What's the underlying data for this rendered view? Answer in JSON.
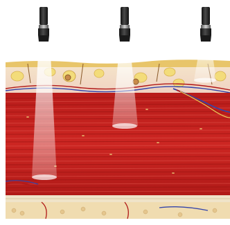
{
  "colors": {
    "background": "#ffffff",
    "epidermis": "#e8c56a",
    "dermis": "#f1d9c8",
    "fat_lobule": "#f3dc7a",
    "muscle": "#c8201f",
    "muscle_dark": "#9c1512",
    "muscle_highlight": "#e0554c",
    "fascia": "#efe3c8",
    "bone_fat": "#f0dcb0",
    "vein": "#3344aa",
    "artery": "#b01818",
    "nerve": "#e8d05a",
    "probe_body": "#2a2a2a",
    "probe_band": "#8a8a8a",
    "beam": "#ffffff"
  },
  "probes": [
    {
      "name": "probe-deep-icon"
    },
    {
      "name": "probe-medium-icon"
    },
    {
      "name": "probe-shallow-icon"
    }
  ],
  "layers": [
    "skin-surface",
    "dermis",
    "muscle",
    "fascia",
    "deep-tissue"
  ]
}
